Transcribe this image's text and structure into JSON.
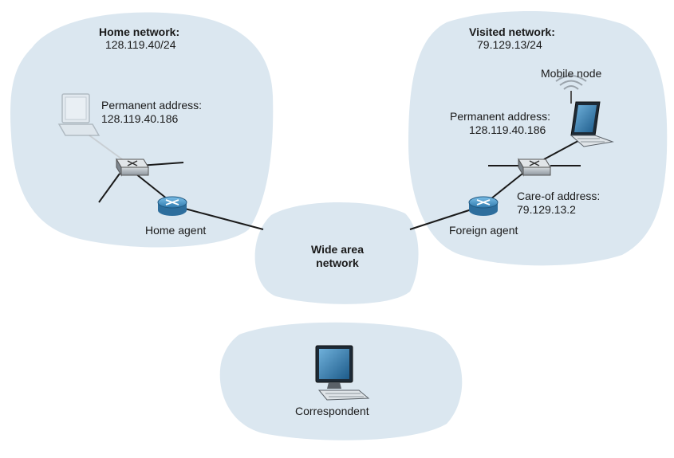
{
  "home_network": {
    "title": "Home network:",
    "subnet": "128.119.40/24",
    "laptop_label_1": "Permanent address:",
    "laptop_label_2": "128.119.40.186",
    "agent_label": "Home agent"
  },
  "visited_network": {
    "title": "Visited network:",
    "subnet": "79.129.13/24",
    "mobile_label": "Mobile node",
    "permanent_label_1": "Permanent address:",
    "permanent_label_2": "128.119.40.186",
    "careof_label_1": "Care-of address:",
    "careof_label_2": "79.129.13.2",
    "agent_label": "Foreign agent"
  },
  "wan": {
    "label_1": "Wide area",
    "label_2": "network"
  },
  "correspondent": {
    "label": "Correspondent"
  },
  "colors": {
    "cloud": "#dbe7f0",
    "router": "#4a90c2",
    "switch": "#9aa3ab",
    "screen": "#2f6f9f",
    "line": "#1a1a1a"
  }
}
